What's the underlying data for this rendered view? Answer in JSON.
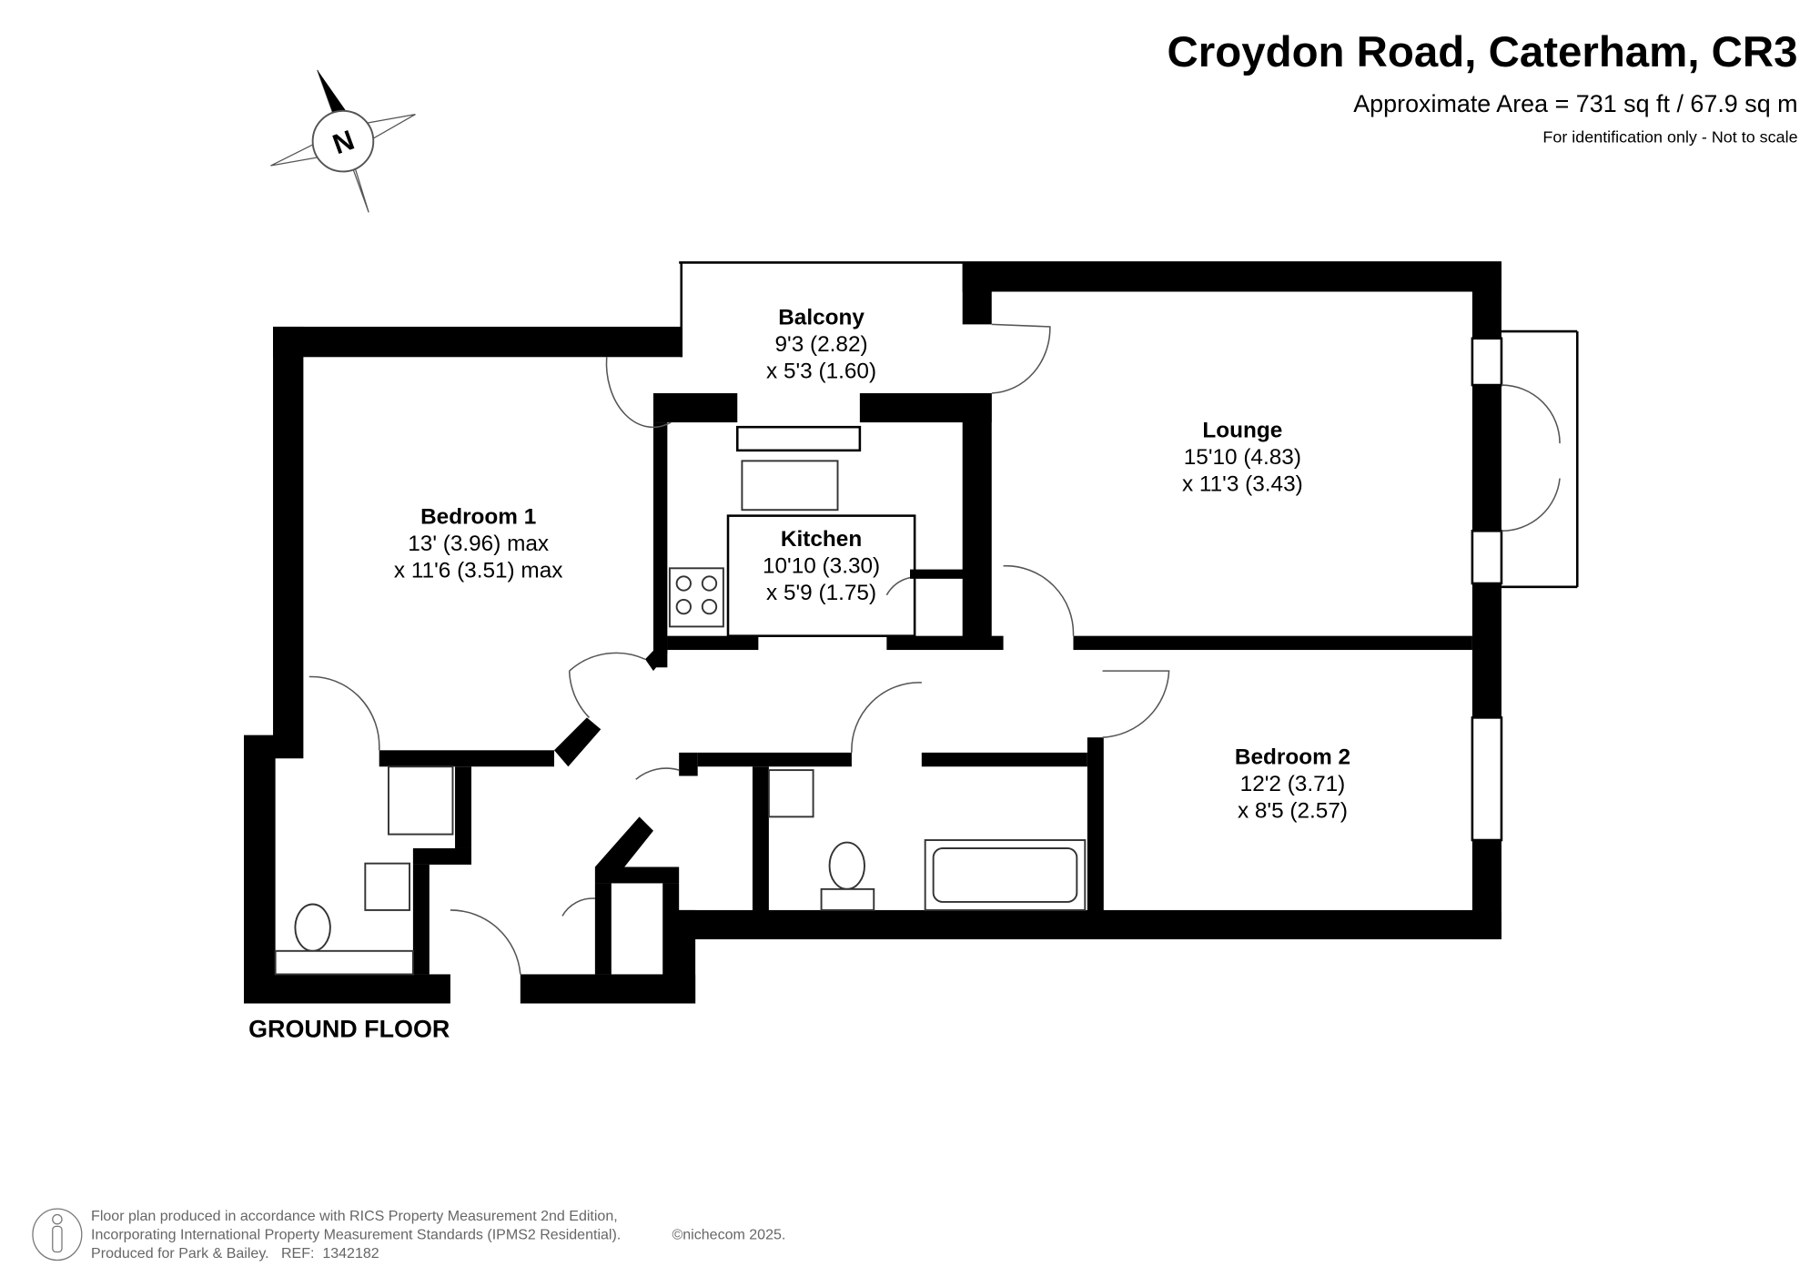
{
  "header": {
    "title": "Croydon Road, Caterham, CR3",
    "area": "Approximate Area = 731 sq ft / 67.9 sq m",
    "disclaimer": "For identification only - Not to scale"
  },
  "compass": {
    "label": "N",
    "icon": "compass-north-icon"
  },
  "floor_label": "GROUND FLOOR",
  "rooms": {
    "balcony": {
      "name": "Balcony",
      "dim1": "9'3 (2.82)",
      "dim2": "x 5'3 (1.60)"
    },
    "lounge": {
      "name": "Lounge",
      "dim1": "15'10 (4.83)",
      "dim2": "x 11'3 (3.43)"
    },
    "bedroom1": {
      "name": "Bedroom 1",
      "dim1": "13' (3.96) max",
      "dim2": "x 11'6 (3.51) max"
    },
    "kitchen": {
      "name": "Kitchen",
      "dim1": "10'10 (3.30)",
      "dim2": "x 5'9 (1.75)"
    },
    "bedroom2": {
      "name": "Bedroom 2",
      "dim1": "12'2 (3.71)",
      "dim2": "x 8'5 (2.57)"
    }
  },
  "footer": {
    "line1": "Floor plan produced in accordance with RICS Property Measurement 2nd Edition,",
    "line2": "Incorporating International Property Measurement Standards (IPMS2 Residential).",
    "copyright": "©nichecom 2025.",
    "line3": "Produced for Park & Bailey.   REF:  1342182"
  }
}
